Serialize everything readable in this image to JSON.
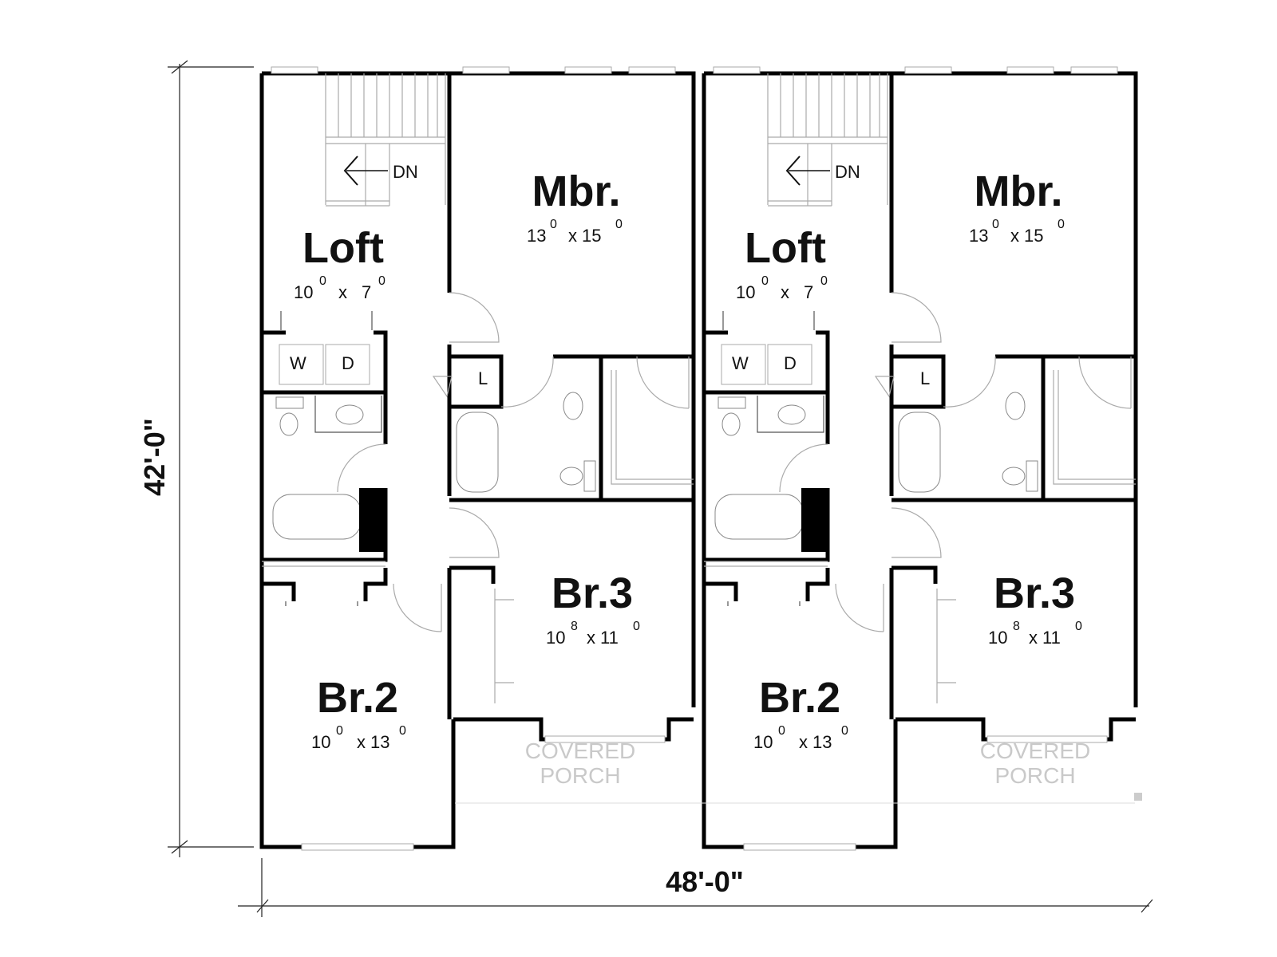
{
  "overall": {
    "height_label": "42'-0\"",
    "width_label": "48'-0\""
  },
  "units": [
    {
      "rooms": {
        "mbr": {
          "name": "Mbr.",
          "w": "13",
          "w_in": "0",
          "sep": "x",
          "h": "15",
          "h_in": "0"
        },
        "loft": {
          "name": "Loft",
          "w": "10",
          "w_in": "0",
          "sep": "x",
          "h": "7",
          "h_in": "0"
        },
        "br3": {
          "name": "Br.3",
          "w": "10",
          "w_in": "8",
          "sep": "x",
          "h": "11",
          "h_in": "0"
        },
        "br2": {
          "name": "Br.2",
          "w": "10",
          "w_in": "0",
          "sep": "x",
          "h": "13",
          "h_in": "0"
        }
      },
      "stair_label": "DN",
      "washer": "W",
      "dryer": "D",
      "linen": "L",
      "porch_line1": "COVERED",
      "porch_line2": "PORCH"
    },
    {
      "rooms": {
        "mbr": {
          "name": "Mbr.",
          "w": "13",
          "w_in": "0",
          "sep": "x",
          "h": "15",
          "h_in": "0"
        },
        "loft": {
          "name": "Loft",
          "w": "10",
          "w_in": "0",
          "sep": "x",
          "h": "7",
          "h_in": "0"
        },
        "br3": {
          "name": "Br.3",
          "w": "10",
          "w_in": "8",
          "sep": "x",
          "h": "11",
          "h_in": "0"
        },
        "br2": {
          "name": "Br.2",
          "w": "10",
          "w_in": "0",
          "sep": "x",
          "h": "13",
          "h_in": "0"
        }
      },
      "stair_label": "DN",
      "washer": "W",
      "dryer": "D",
      "linen": "L",
      "porch_line1": "COVERED",
      "porch_line2": "PORCH"
    }
  ]
}
